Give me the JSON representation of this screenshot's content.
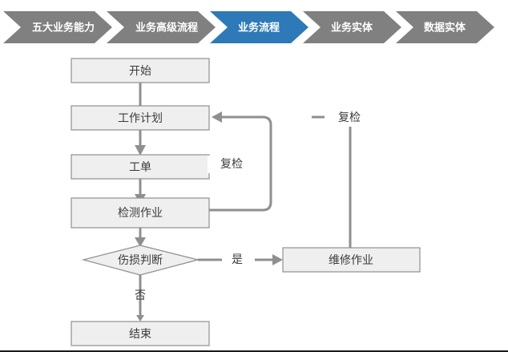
{
  "breadcrumb": {
    "active_color": "#2E79B8",
    "inactive_color": "#808080",
    "steps": [
      {
        "label": "五大业务能力",
        "active": false
      },
      {
        "label": "业务高级流程",
        "active": false
      },
      {
        "label": "业务流程",
        "active": true
      },
      {
        "label": "业务实体",
        "active": false
      },
      {
        "label": "数据实体",
        "active": false
      }
    ]
  },
  "flowchart": {
    "box_fill": "#EFEFEF",
    "box_stroke": "#909090",
    "edge_color": "#8F8F8F",
    "nodes": {
      "start": "开始",
      "work_plan": "工作计划",
      "work_order": "工单",
      "inspection": "检测作业",
      "decision": "伤损判断",
      "repair": "维修作业",
      "end": "结束"
    },
    "edge_labels": {
      "yes": "是",
      "no": "否",
      "recheck_inner": "复检",
      "recheck_outer": "复检"
    }
  }
}
